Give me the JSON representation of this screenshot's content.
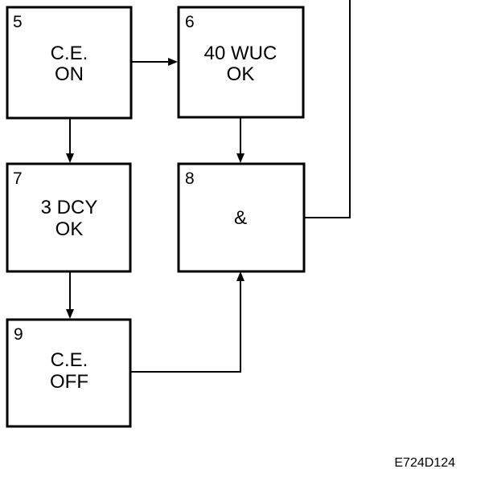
{
  "blocks": {
    "b5": {
      "number": "5",
      "line1": "C.E.",
      "line2": "ON"
    },
    "b6": {
      "number": "6",
      "line1": "40 WUC",
      "line2": "OK"
    },
    "b7": {
      "number": "7",
      "line1": "3 DCY",
      "line2": "OK"
    },
    "b8": {
      "number": "8",
      "line1": "&",
      "line2": ""
    },
    "b9": {
      "number": "9",
      "line1": "C.E.",
      "line2": "OFF"
    }
  },
  "figure_code": "E724D124",
  "colors": {
    "line": "#000000",
    "background": "#ffffff"
  }
}
